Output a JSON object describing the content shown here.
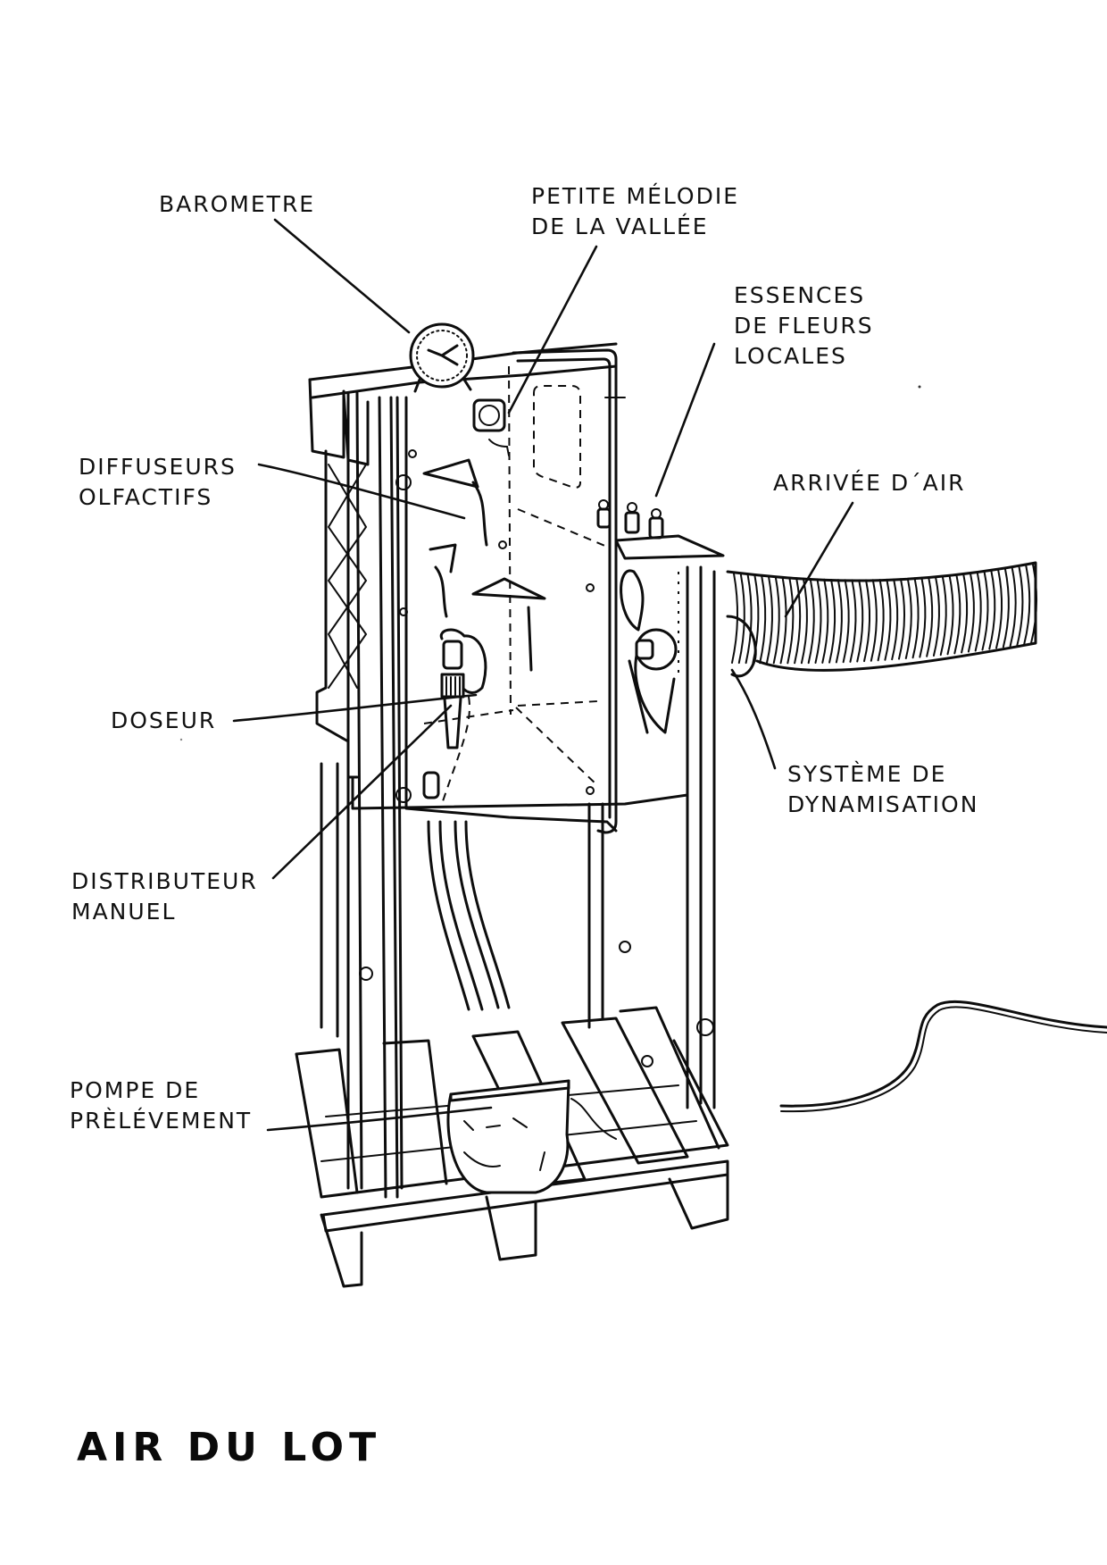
{
  "title": "AIR DU LOT",
  "labels": {
    "barometre": "BAROMETRE",
    "melodie": "PETITE MÉLODIE\nDE LA VALLÉE",
    "essences": "ESSENCES\nDE FLEURS\nLOCALES",
    "diffuseurs": "DIFFUSEURS\nOLFACTIFS",
    "arrivee_air": "ARRIVÉE D´AIR",
    "doseur": "DOSEUR",
    "systeme": "SYSTÈME DE\nDYNAMISATION",
    "distributeur": "DISTRIBUTEUR\nMANUEL",
    "pompe": "POMPE DE\nPRÈLÉVEMENT"
  },
  "components": [
    {
      "id": "barometer",
      "label_ref": "barometre"
    },
    {
      "id": "speaker",
      "label_ref": "melodie"
    },
    {
      "id": "flower-essence-vials",
      "label_ref": "essences",
      "count": 3
    },
    {
      "id": "scent-diffusers",
      "label_ref": "diffuseurs"
    },
    {
      "id": "air-intake-hose",
      "label_ref": "arrivee_air"
    },
    {
      "id": "doser",
      "label_ref": "doseur"
    },
    {
      "id": "fan-propeller",
      "label_ref": "systeme"
    },
    {
      "id": "manual-dispenser",
      "label_ref": "distributeur"
    },
    {
      "id": "sampling-pump",
      "label_ref": "pompe"
    },
    {
      "id": "wooden-pallet"
    },
    {
      "id": "power-cable"
    }
  ]
}
